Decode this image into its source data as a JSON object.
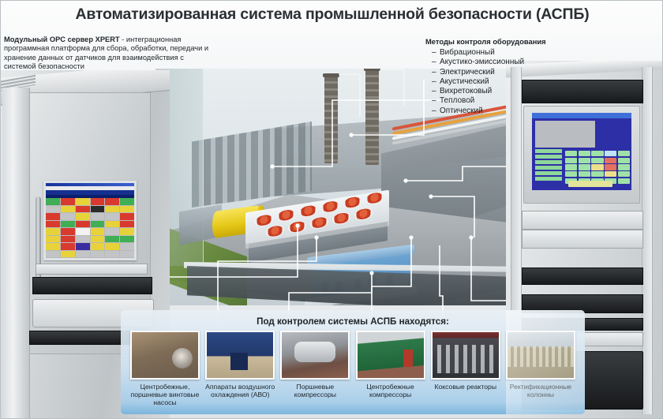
{
  "title": "Автоматизированная система промышленной безопасности (АСПБ)",
  "left_note": {
    "bold": "Модульный OPC сервер XPERT",
    "rest": " - интеграционная программная платформа для сбора, обработки, передачи и хранение данных от датчиков для взаимодействия с системой безопасности"
  },
  "methods": {
    "heading": "Методы контроля оборудования",
    "dash": "–",
    "items": [
      "Вибрационный",
      "Акустико-эмиссионный",
      "Электрический",
      "Акустический",
      "Вихретоковый",
      "Тепловой",
      "Оптический"
    ]
  },
  "bottom_panel": {
    "headline": "Под контролем системы АСПБ находятся:",
    "items": [
      {
        "caption": "Центробежные, поршневые винтовые насосы",
        "image": "pumps-photo"
      },
      {
        "caption": "Аппараты воздушного охлаждения (АВО)",
        "image": "air-cooler-photo"
      },
      {
        "caption": "Поршневые компрессоры",
        "image": "piston-compressor-photo"
      },
      {
        "caption": "Центробежные компрессоры",
        "image": "centrifugal-compressor-photo"
      },
      {
        "caption": "Коксовые реакторы",
        "image": "coke-reactor-photo"
      },
      {
        "caption": "Ректификационные колонны",
        "image": "distillation-column-photo"
      }
    ]
  },
  "colors": {
    "title_text": "#2a2f33",
    "panel_blue": "#78b4dd",
    "accent_white": "#ffffff",
    "fan_red": "#c63c22",
    "tank_yellow": "#e5c717",
    "building_blue": "#4d87bb"
  }
}
